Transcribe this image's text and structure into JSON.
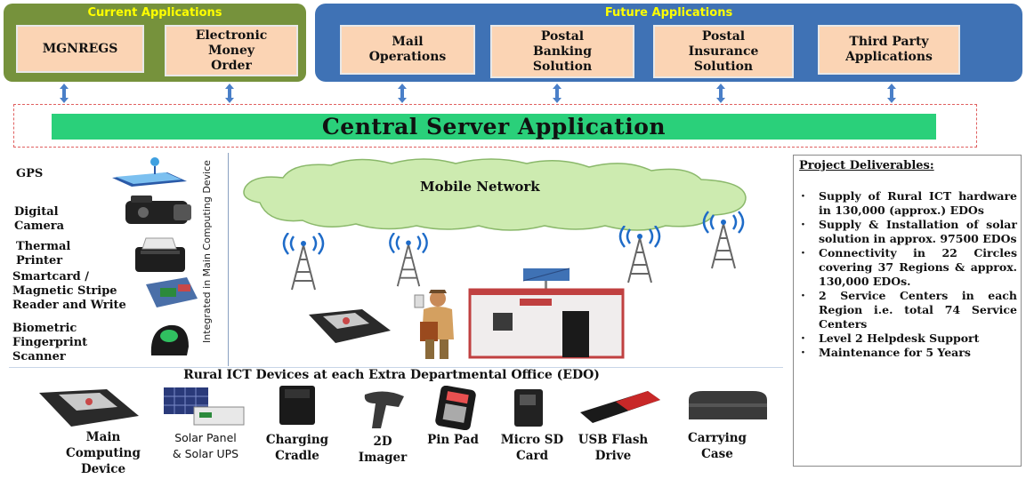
{
  "current_apps": {
    "title": "Current  Applications",
    "items": [
      "MGNREGS",
      "Electronic\nMoney\nOrder"
    ]
  },
  "future_apps": {
    "title": "Future Applications",
    "items": [
      "Mail\nOperations",
      "Postal\nBanking\nSolution",
      "Postal\nInsurance\nSolution",
      "Third Party\nApplications"
    ]
  },
  "central_server": "Central Server Application",
  "network": "Mobile Network",
  "integrated_label": "Integrated in Main Computing Device",
  "devices": [
    "GPS",
    "Digital\nCamera",
    "Thermal\nPrinter",
    "Smartcard /\nMagnetic Stripe\nReader and Write",
    "Biometric\nFingerprint\nScanner"
  ],
  "deliverables": {
    "title": "Project  Deliverables:",
    "items": [
      "Supply of Rural ICT hardware in 130,000 (approx.) EDOs",
      "Supply & Installation of solar solution in approx. 97500 EDOs",
      "Connectivity in 22 Circles covering 37 Regions & approx. 130,000 EDOs.",
      "2 Service Centers in each Region i.e. total 74 Service Centers",
      "Level 2 Helpdesk Support",
      "Maintenance for 5 Years"
    ]
  },
  "edo_title": "Rural ICT Devices at each Extra Departmental Office (EDO)",
  "equipment": [
    "Main\nComputing\nDevice",
    "Solar Panel\n& Solar UPS",
    "Charging\nCradle",
    "2D\nImager",
    "Pin Pad",
    "Micro SD\nCard",
    "USB Flash\nDrive",
    "Carrying\nCase"
  ],
  "colors": {
    "current_group": "#76923c",
    "future_group": "#3f72b5",
    "group_title": "#ffff00",
    "app_box": "#fbd4b4",
    "server_bar": "#2ad07a",
    "cloud": "#cdebb0",
    "arrow": "#4a7fc8"
  },
  "icons": [
    "gps-phone-icon",
    "camera-icon",
    "printer-icon",
    "card-reader-icon",
    "fingerprint-scanner-icon",
    "tower-icon",
    "solar-panel-icon",
    "postman-icon",
    "post-office-icon",
    "handheld-device-icon",
    "ups-icon",
    "cradle-icon",
    "barcode-scanner-icon",
    "pin-pad-icon",
    "sd-card-icon",
    "usb-drive-icon",
    "carrying-case-icon"
  ]
}
